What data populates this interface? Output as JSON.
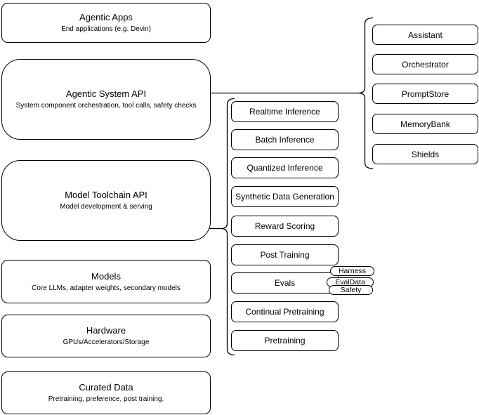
{
  "left_stack": [
    {
      "title": "Agentic Apps",
      "subtitle": "End applications (e.g. Devin)"
    },
    {
      "title": "Agentic System API",
      "subtitle": "System component orchestration, tool calls, safety checks"
    },
    {
      "title": "Model Toolchain API",
      "subtitle": "Model development & serving"
    },
    {
      "title": "Models",
      "subtitle": "Core LLMs, adapter weights, secondary models"
    },
    {
      "title": "Hardware",
      "subtitle": "GPUs/Accelerators/Storage"
    },
    {
      "title": "Curated Data",
      "subtitle": "Pretraining, preference, post training."
    }
  ],
  "toolchain_items": [
    "Realtime Inference",
    "Batch Inference",
    "Quantized Inference",
    "Synthetic Data Generation",
    "Reward Scoring",
    "Post Training",
    "Evals",
    "Continual Pretraining",
    "Pretraining"
  ],
  "eval_tags": [
    "Harness",
    "EvalData",
    "Safety"
  ],
  "system_components": [
    "Assistant",
    "Orchestrator",
    "PromptStore",
    "MemoryBank",
    "Shields"
  ],
  "colors": {
    "stroke": "#000000",
    "fill": "#ffffff",
    "canvas": "#ffffff"
  }
}
